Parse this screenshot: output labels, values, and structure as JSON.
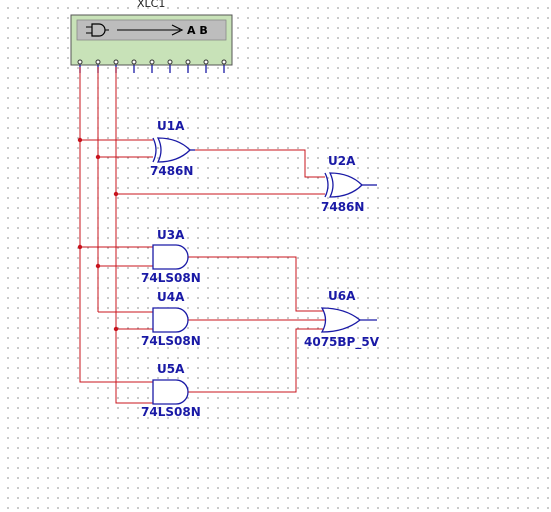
{
  "analyzer": {
    "ref": "XLC1",
    "channels": "A B"
  },
  "gates": [
    {
      "ref": "U1A",
      "part": "7486N"
    },
    {
      "ref": "U2A",
      "part": "7486N"
    },
    {
      "ref": "U3A",
      "part": "74LS08N"
    },
    {
      "ref": "U4A",
      "part": "74LS08N"
    },
    {
      "ref": "U5A",
      "part": "74LS08N"
    },
    {
      "ref": "U6A",
      "part": "4075BP_5V"
    }
  ],
  "colors": {
    "wire": "#c8141e",
    "component": "#1a1aa6",
    "analyzer_body": "#c8e2b8",
    "analyzer_screen": "#bdbdbd"
  },
  "icons": {
    "analyzer_symbol": "logic-analyzer-icon"
  }
}
